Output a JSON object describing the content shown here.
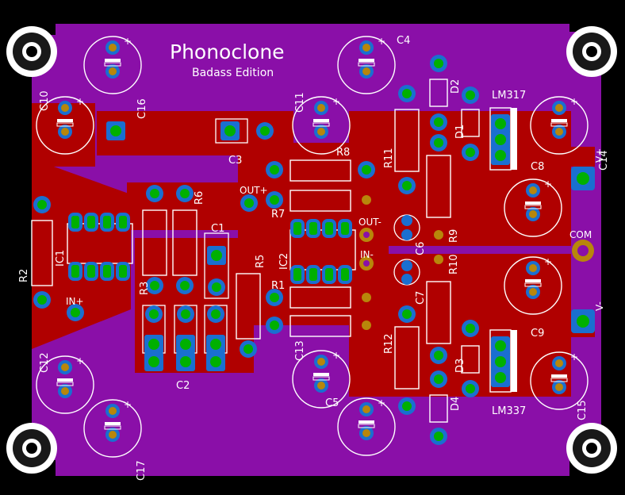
{
  "board": {
    "title": "Phonoclone",
    "subtitle": "Badass Edition"
  },
  "colors": {
    "background": "#000000",
    "board": "#8a0fa8",
    "copper": "#b00000",
    "pad_outer": "#1a6fd0",
    "pad_inner": "#00b000",
    "pad_gold": "#b8860b",
    "silk": "#ffffff",
    "hole": "#dddddd"
  },
  "labels": {
    "c4": "C4",
    "c10": "C10",
    "c16": "C16",
    "c11": "C11",
    "c3": "C3",
    "c1": "C1",
    "c2": "C2",
    "c5": "C5",
    "c6": "C6",
    "c7": "C7",
    "c8": "C8",
    "c9": "C9",
    "c12": "C12",
    "c13": "C13",
    "c14": "C14",
    "c15": "C15",
    "c17": "C17",
    "r1": "R1",
    "r2": "R2",
    "r3": "R3",
    "r5": "R5",
    "r6": "R6",
    "r7": "R7",
    "r8": "R8",
    "r9": "R9",
    "r10": "R10",
    "r11": "R11",
    "r12": "R12",
    "ic1": "IC1",
    "ic2": "IC2",
    "d1": "D1",
    "d2": "D2",
    "d3": "D3",
    "d4": "D4",
    "lm317": "LM317",
    "lm337": "LM337",
    "out_plus": "OUT+",
    "out_minus": "OUT-",
    "in_plus": "IN+",
    "in_minus": "IN-",
    "com": "COM",
    "v_plus": "V+",
    "v_minus": "V-"
  }
}
